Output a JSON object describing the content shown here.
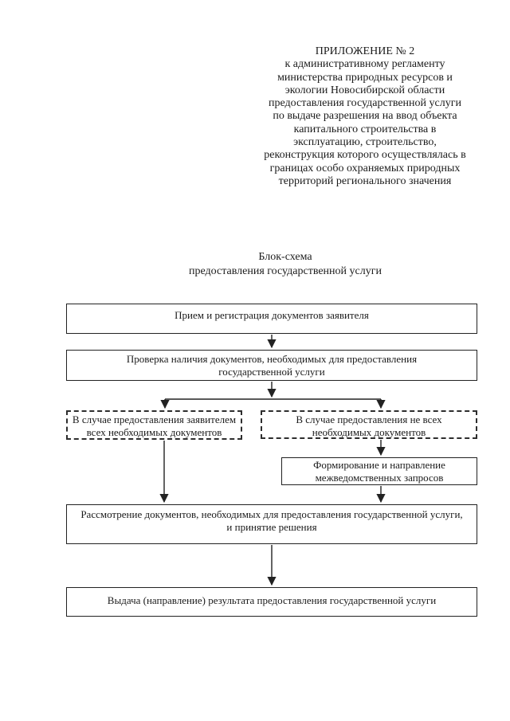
{
  "page": {
    "background": "#ffffff",
    "ink_color": "#222222"
  },
  "header": {
    "lines": [
      "ПРИЛОЖЕНИЕ № 2",
      "к административному регламенту",
      "министерства природных ресурсов и",
      "экологии Новосибирской области",
      "предоставления государственной услуги",
      "по выдаче разрешения на ввод объекта",
      "капитального строительства в",
      "эксплуатацию, строительство,",
      "реконструкция которого осуществлялась в",
      "границах особо охраняемых природных",
      "территорий регионального значения"
    ]
  },
  "title": {
    "lines": [
      "Блок-схема",
      "предоставления государственной услуги"
    ]
  },
  "flowchart": {
    "boxes": {
      "receive": {
        "style": "solid",
        "lines": [
          "Прием и регистрация документов заявителя"
        ]
      },
      "check": {
        "style": "solid",
        "lines": [
          "Проверка наличия документов, необходимых для предоставления",
          "государственной услуги"
        ]
      },
      "all_docs": {
        "style": "dashed",
        "lines": [
          "В случае предоставления заявителем",
          "всех необходимых документов"
        ]
      },
      "not_all": {
        "style": "dashed",
        "lines": [
          "В случае предоставления не всех",
          "необходимых документов"
        ]
      },
      "requests": {
        "style": "solid",
        "lines": [
          "Формирование и направление",
          "межведомственных запросов"
        ]
      },
      "review": {
        "style": "solid",
        "lines": [
          "Рассмотрение документов, необходимых для предоставления государственной услуги,",
          "и принятие решения"
        ]
      },
      "result": {
        "style": "solid",
        "lines": [
          "Выдача (направление) результата предоставления государственной услуги"
        ]
      }
    }
  }
}
